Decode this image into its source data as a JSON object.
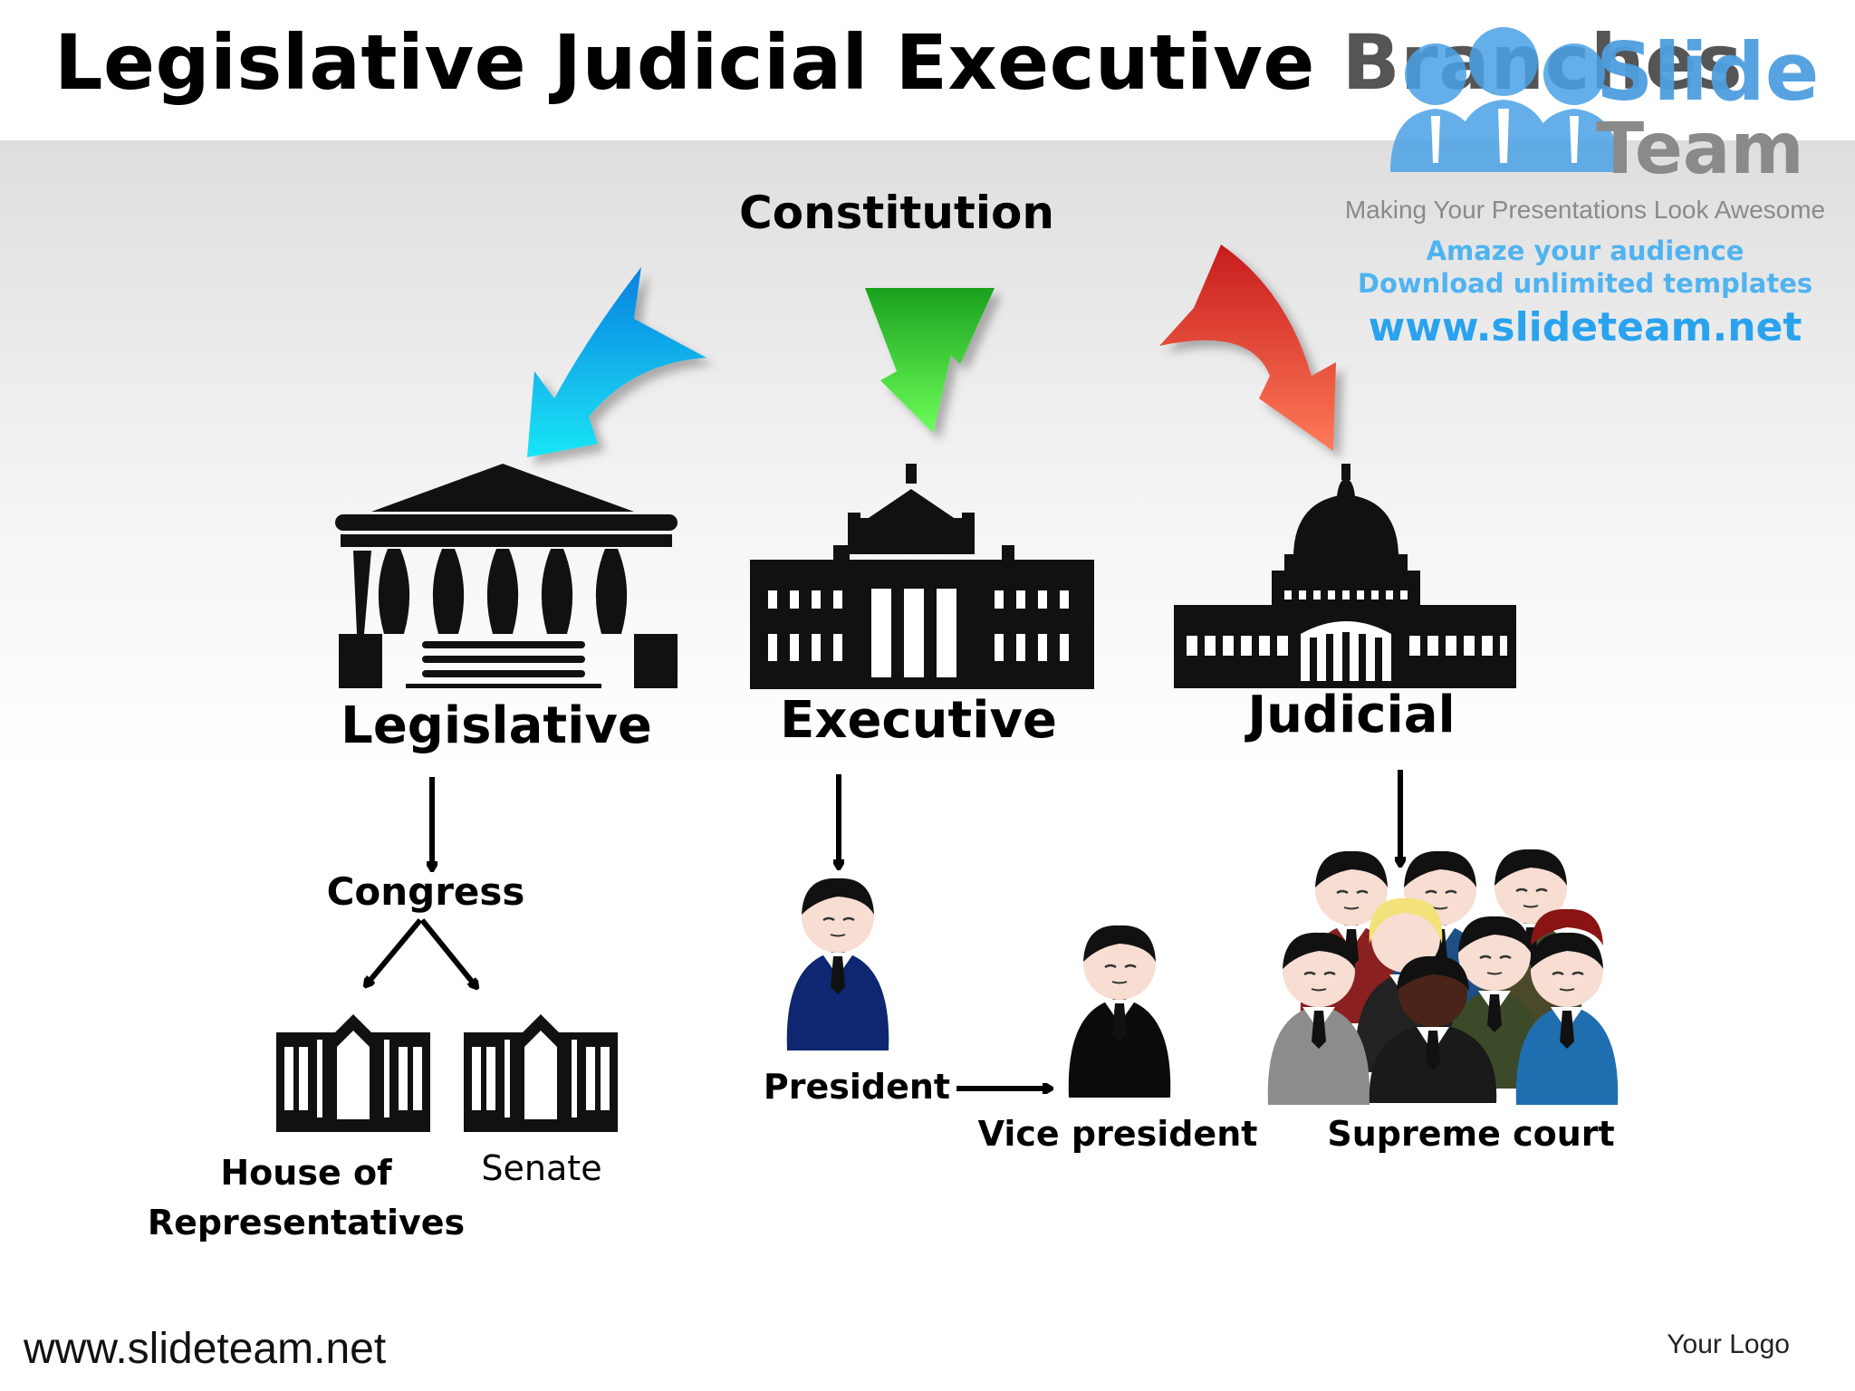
{
  "title": {
    "main": "Legislative Judicial Executive",
    "tail": "Branches"
  },
  "source": "Constitution",
  "branches": {
    "legislative": "Legislative",
    "executive": "Executive",
    "judicial": "Judicial"
  },
  "legislative_tree": {
    "congress": "Congress",
    "house_line1": "House of",
    "house_line2": "Representatives",
    "senate": "Senate"
  },
  "executive_tree": {
    "president": "President",
    "vice_president": "Vice president"
  },
  "judicial_tree": {
    "court": "Supreme court"
  },
  "footer": {
    "url": "www.slideteam.net",
    "logo": "Your Logo"
  },
  "watermark": {
    "brand_top": "Slide",
    "brand_bottom": "Team",
    "tagline": "Making Your Presentations Look Awesome",
    "line1": "Amaze your audience",
    "line2": "Download unlimited templates",
    "url": "www.slideteam.net"
  },
  "colors": {
    "arrow_legislative": "#1eb8f0",
    "arrow_executive": "#43e03a",
    "arrow_judicial": "#e8402f",
    "president_suit": "#0f2670",
    "court_blue": "#1f6fb0"
  },
  "icons": [
    "capitol-dome-icon",
    "white-house-icon",
    "greek-temple-icon",
    "chamber-building-icon",
    "person-icon",
    "crowd-icon"
  ]
}
